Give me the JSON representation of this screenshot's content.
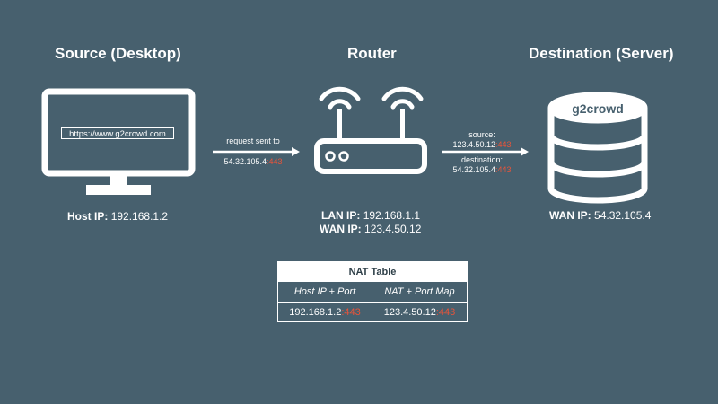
{
  "source": {
    "title": "Source (Desktop)",
    "url": "https://www.g2crowd.com",
    "host_ip_label": "Host IP:",
    "host_ip_value": "192.168.1.2"
  },
  "router": {
    "title": "Router",
    "lan_ip_label": "LAN IP:",
    "lan_ip_value": "192.168.1.1",
    "wan_ip_label": "WAN IP:",
    "wan_ip_value": "123.4.50.12"
  },
  "destination": {
    "title": "Destination (Server)",
    "db_label": "g2crowd",
    "wan_ip_label": "WAN IP:",
    "wan_ip_value": "54.32.105.4"
  },
  "arrow1": {
    "label": "request sent to",
    "ip": "54.32.105.4",
    "port": ":443"
  },
  "arrow2": {
    "source_label": "source:",
    "source_ip": "123.4.50.12",
    "source_port": ":443",
    "dest_label": "destination:",
    "dest_ip": "54.32.105.4",
    "dest_port": ":443"
  },
  "nat_table": {
    "title": "NAT Table",
    "col1_header": "Host IP + Port",
    "col2_header": "NAT + Port Map",
    "row": {
      "host_ip": "192.168.1.2",
      "host_port": ":443",
      "nat_ip": "123.4.50.12",
      "nat_port": ":443"
    }
  },
  "colors": {
    "background": "#47606e",
    "foreground": "#ffffff",
    "port_accent": "#e8543a"
  }
}
